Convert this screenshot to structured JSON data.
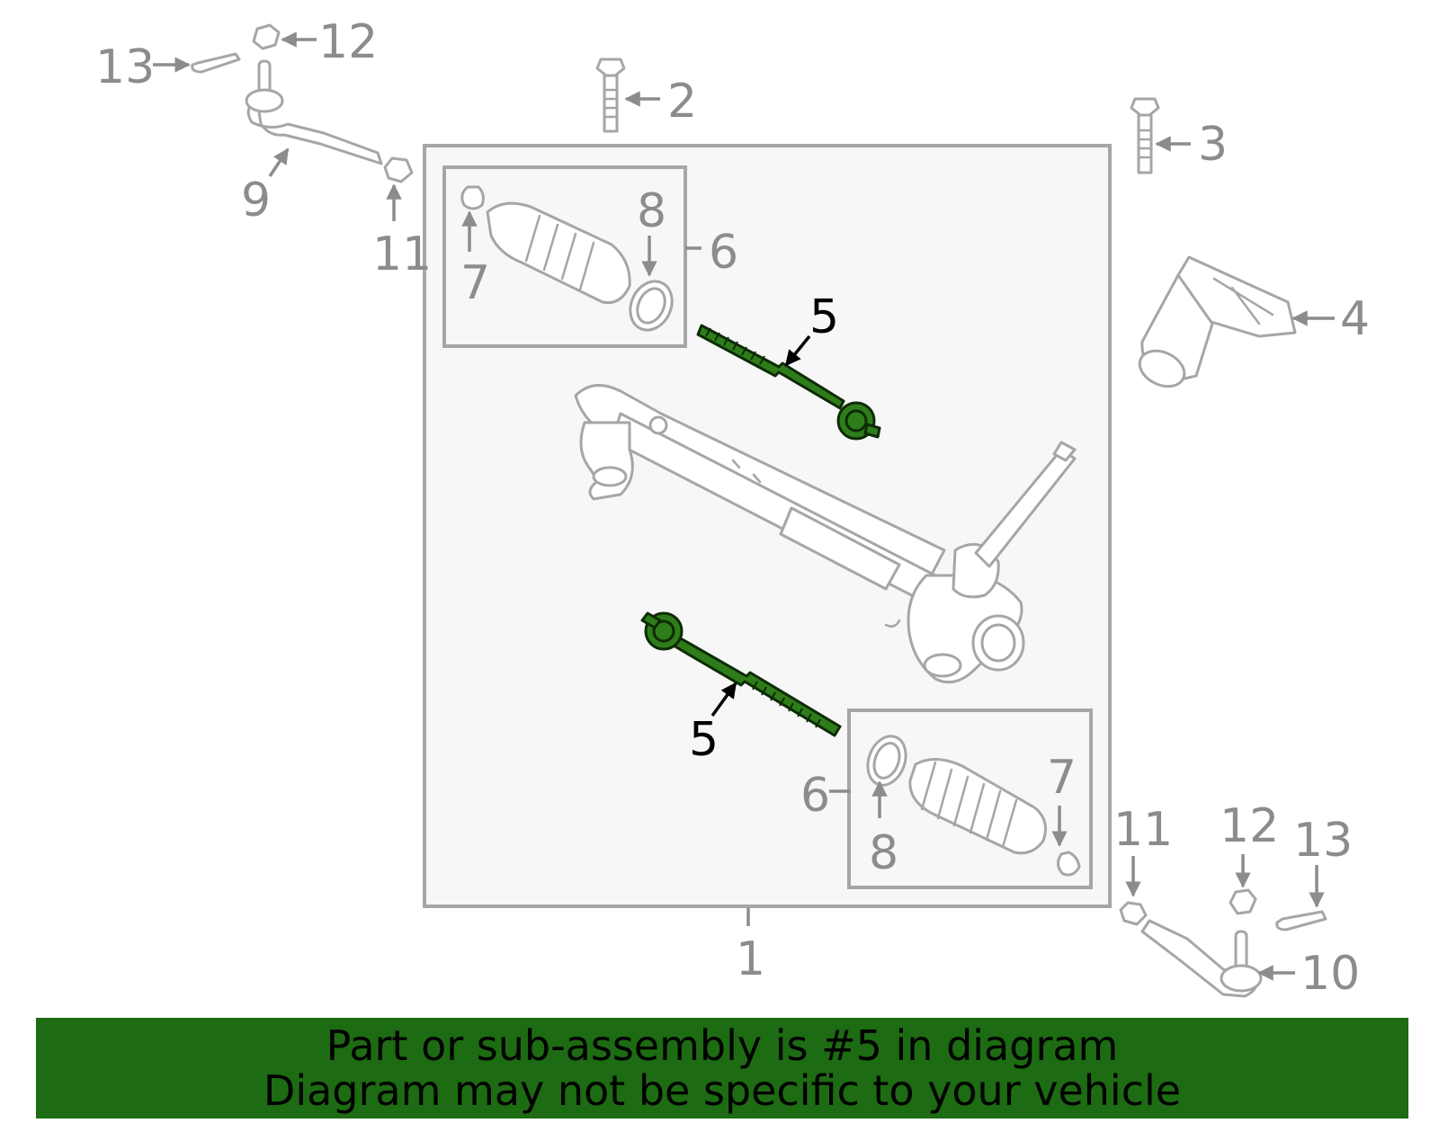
{
  "callouts": {
    "c1": "1",
    "c2": "2",
    "c3": "3",
    "c4": "4",
    "c5_upper": "5",
    "c5_lower": "5",
    "c6_left": "6",
    "c6_right": "6",
    "c7_left": "7",
    "c7_right": "7",
    "c8_left": "8",
    "c8_right": "8",
    "c9": "9",
    "c10": "10",
    "c11_left": "11",
    "c11_right": "11",
    "c12_left": "12",
    "c12_right": "12",
    "c13_left": "13",
    "c13_right": "13"
  },
  "banner": {
    "line1": "Part or sub-assembly is #5 in diagram",
    "line2": "Diagram may not be specific to your vehicle"
  },
  "colors": {
    "highlight_part": "#2e7d1a",
    "banner": "#1d6b12",
    "outline": "#a6a6a6",
    "callout": "#8c8c8c",
    "panel": "#f7f7f7"
  }
}
